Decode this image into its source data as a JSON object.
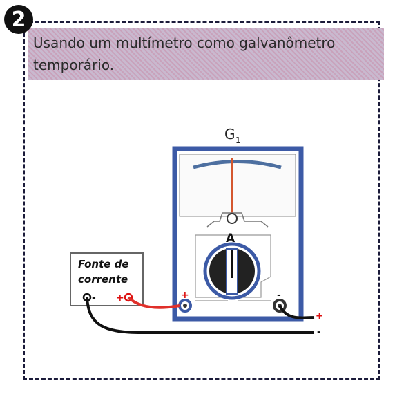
{
  "figure": {
    "number": "2",
    "title": "Usando um multímetro como galvanômetro temporário.",
    "meter_label": "G",
    "meter_subscript": "1",
    "meter_function": "A",
    "meter_plus": "+",
    "meter_minus": "-",
    "source_label_line1": "Fonte de",
    "source_label_line2": "corrente",
    "source_minus": "-",
    "source_plus": "+",
    "lead_plus": "+",
    "lead_minus": "-"
  },
  "colors": {
    "frame": "#1b1b3a",
    "meter_body": "#3c5aa6",
    "red_lead": "#e0302a",
    "black_lead": "#111111",
    "needle": "#d4572f",
    "header": "#c9b9cf"
  }
}
